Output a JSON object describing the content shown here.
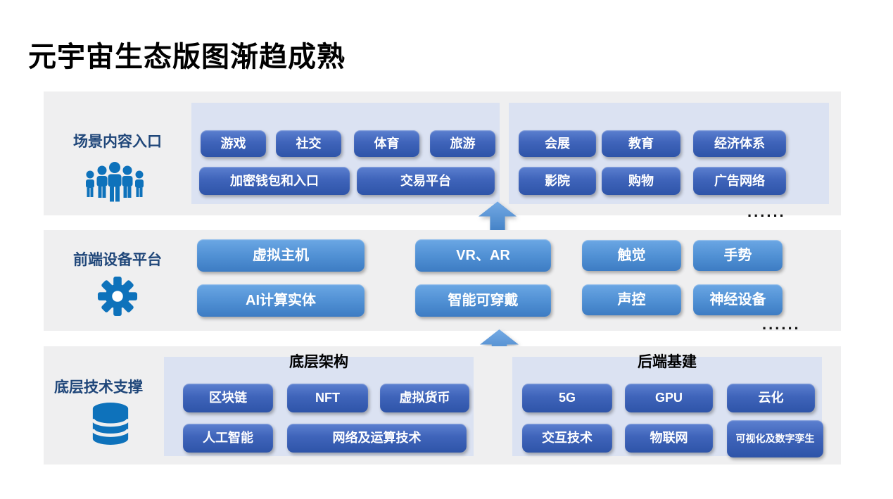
{
  "title": "元宇宙生态版图渐趋成熟",
  "colors": {
    "band_background": "#efeff0",
    "panel_background": "#dbe2f2",
    "node_dark_top": "#5c80d0",
    "node_dark_bottom": "#2e54a8",
    "node_light_top": "#6ba7e4",
    "node_light_bottom": "#3d7cc3",
    "label_text": "#1f4679",
    "icon_blue": "#0e72bb",
    "arrow_blue": "#5b96d8"
  },
  "bands": [
    {
      "label": "场景内容入口",
      "icon": "people-group-icon",
      "more": "......",
      "groups": [
        {
          "buttons": [
            "游戏",
            "社交",
            "体育",
            "旅游",
            "加密钱包和入口",
            "交易平台"
          ]
        },
        {
          "buttons": [
            "会展",
            "教育",
            "经济体系",
            "影院",
            "购物",
            "广告网络"
          ]
        }
      ]
    },
    {
      "label": "前端设备平台",
      "icon": "gear-icon",
      "more": "......",
      "buttons": [
        "虚拟主机",
        "VR、AR",
        "触觉",
        "手势",
        "AI计算实体",
        "智能可穿戴",
        "声控",
        "神经设备"
      ]
    },
    {
      "label": "底层技术支撑",
      "icon": "database-icon",
      "groups": [
        {
          "title": "底层架构",
          "buttons": [
            "区块链",
            "NFT",
            "虚拟货币",
            "人工智能",
            "网络及运算技术"
          ]
        },
        {
          "title": "后端基建",
          "buttons": [
            "5G",
            "GPU",
            "云化",
            "交互技术",
            "物联网",
            "可视化及数字孪生"
          ]
        }
      ]
    }
  ]
}
